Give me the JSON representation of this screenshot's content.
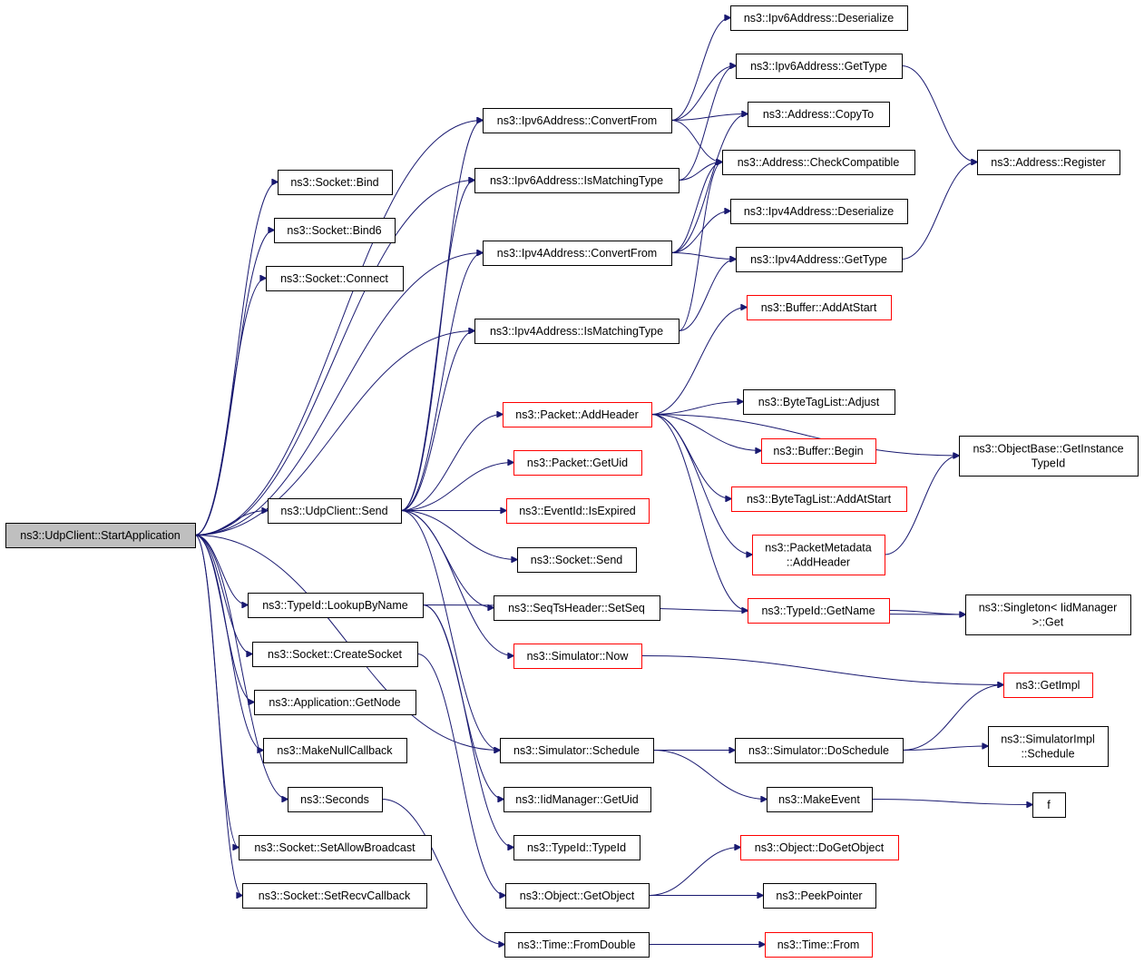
{
  "nodes": {
    "start_application": {
      "label": [
        "ns3::UdpClient::StartApplication"
      ],
      "style": "root"
    },
    "socket_bind": {
      "label": [
        "ns3::Socket::Bind"
      ],
      "style": "black"
    },
    "socket_bind6": {
      "label": [
        "ns3::Socket::Bind6"
      ],
      "style": "black"
    },
    "socket_connect": {
      "label": [
        "ns3::Socket::Connect"
      ],
      "style": "black"
    },
    "udp_send": {
      "label": [
        "ns3::UdpClient::Send"
      ],
      "style": "black"
    },
    "typeid_lookup": {
      "label": [
        "ns3::TypeId::LookupByName"
      ],
      "style": "black"
    },
    "socket_create": {
      "label": [
        "ns3::Socket::CreateSocket"
      ],
      "style": "black"
    },
    "app_getnode": {
      "label": [
        "ns3::Application::GetNode"
      ],
      "style": "black"
    },
    "make_null_callback": {
      "label": [
        "ns3::MakeNullCallback"
      ],
      "style": "black"
    },
    "seconds": {
      "label": [
        "ns3::Seconds"
      ],
      "style": "black"
    },
    "set_allow_broadcast": {
      "label": [
        "ns3::Socket::SetAllowBroadcast"
      ],
      "style": "black"
    },
    "set_recv_callback": {
      "label": [
        "ns3::Socket::SetRecvCallback"
      ],
      "style": "black"
    },
    "ipv6_convert": {
      "label": [
        "ns3::Ipv6Address::ConvertFrom"
      ],
      "style": "black"
    },
    "ipv6_matching": {
      "label": [
        "ns3::Ipv6Address::IsMatchingType"
      ],
      "style": "black"
    },
    "ipv4_convert": {
      "label": [
        "ns3::Ipv4Address::ConvertFrom"
      ],
      "style": "black"
    },
    "ipv4_matching": {
      "label": [
        "ns3::Ipv4Address::IsMatchingType"
      ],
      "style": "black"
    },
    "packet_addheader": {
      "label": [
        "ns3::Packet::AddHeader"
      ],
      "style": "red"
    },
    "packet_getuid": {
      "label": [
        "ns3::Packet::GetUid"
      ],
      "style": "red"
    },
    "eventid_expired": {
      "label": [
        "ns3::EventId::IsExpired"
      ],
      "style": "red"
    },
    "socket_send": {
      "label": [
        "ns3::Socket::Send"
      ],
      "style": "black"
    },
    "seqts_setseq": {
      "label": [
        "ns3::SeqTsHeader::SetSeq"
      ],
      "style": "black"
    },
    "simulator_now": {
      "label": [
        "ns3::Simulator::Now"
      ],
      "style": "red"
    },
    "simulator_schedule": {
      "label": [
        "ns3::Simulator::Schedule"
      ],
      "style": "black"
    },
    "iidmanager_getuid": {
      "label": [
        "ns3::IidManager::GetUid"
      ],
      "style": "black"
    },
    "typeid_typeid": {
      "label": [
        "ns3::TypeId::TypeId"
      ],
      "style": "black"
    },
    "object_getobject": {
      "label": [
        "ns3::Object::GetObject"
      ],
      "style": "black"
    },
    "time_fromdouble": {
      "label": [
        "ns3::Time::FromDouble"
      ],
      "style": "black"
    },
    "ipv6_deserialize": {
      "label": [
        "ns3::Ipv6Address::Deserialize"
      ],
      "style": "black"
    },
    "ipv6_gettype": {
      "label": [
        "ns3::Ipv6Address::GetType"
      ],
      "style": "black"
    },
    "address_copyto": {
      "label": [
        "ns3::Address::CopyTo"
      ],
      "style": "black"
    },
    "address_checkcompat": {
      "label": [
        "ns3::Address::CheckCompatible"
      ],
      "style": "black"
    },
    "ipv4_deserialize": {
      "label": [
        "ns3::Ipv4Address::Deserialize"
      ],
      "style": "black"
    },
    "ipv4_gettype": {
      "label": [
        "ns3::Ipv4Address::GetType"
      ],
      "style": "black"
    },
    "buffer_addatstart": {
      "label": [
        "ns3::Buffer::AddAtStart"
      ],
      "style": "red"
    },
    "bytetag_adjust": {
      "label": [
        "ns3::ByteTagList::Adjust"
      ],
      "style": "black"
    },
    "buffer_begin": {
      "label": [
        "ns3::Buffer::Begin"
      ],
      "style": "red"
    },
    "bytetag_addatstart": {
      "label": [
        "ns3::ByteTagList::AddAtStart"
      ],
      "style": "red"
    },
    "packetmeta_addheader": {
      "label": [
        "ns3::PacketMetadata",
        "::AddHeader"
      ],
      "style": "red"
    },
    "typeid_getname": {
      "label": [
        "ns3::TypeId::GetName"
      ],
      "style": "red"
    },
    "simulator_doschedule": {
      "label": [
        "ns3::Simulator::DoSchedule"
      ],
      "style": "black"
    },
    "makeevent": {
      "label": [
        "ns3::MakeEvent"
      ],
      "style": "black"
    },
    "object_dogetobject": {
      "label": [
        "ns3::Object::DoGetObject"
      ],
      "style": "red"
    },
    "peekpointer": {
      "label": [
        "ns3::PeekPointer"
      ],
      "style": "black"
    },
    "time_from": {
      "label": [
        "ns3::Time::From"
      ],
      "style": "red"
    },
    "address_register": {
      "label": [
        "ns3::Address::Register"
      ],
      "style": "black"
    },
    "objectbase_getinstance": {
      "label": [
        "ns3::ObjectBase::GetInstance",
        "TypeId"
      ],
      "style": "black"
    },
    "singleton_get": {
      "label": [
        "ns3::Singleton< IidManager",
        ">::Get"
      ],
      "style": "black"
    },
    "getimpl": {
      "label": [
        "ns3::GetImpl"
      ],
      "style": "red"
    },
    "simulatorimpl_schedule": {
      "label": [
        "ns3::SimulatorImpl",
        "::Schedule"
      ],
      "style": "black"
    },
    "f": {
      "label": [
        "f"
      ],
      "style": "black"
    }
  },
  "edges": [
    [
      "start_application",
      "socket_bind"
    ],
    [
      "start_application",
      "socket_bind6"
    ],
    [
      "start_application",
      "socket_connect"
    ],
    [
      "start_application",
      "ipv6_convert"
    ],
    [
      "start_application",
      "ipv6_matching"
    ],
    [
      "start_application",
      "ipv4_convert"
    ],
    [
      "start_application",
      "ipv4_matching"
    ],
    [
      "start_application",
      "udp_send"
    ],
    [
      "start_application",
      "simulator_schedule"
    ],
    [
      "start_application",
      "typeid_lookup"
    ],
    [
      "start_application",
      "socket_create"
    ],
    [
      "start_application",
      "app_getnode"
    ],
    [
      "start_application",
      "make_null_callback"
    ],
    [
      "start_application",
      "seconds"
    ],
    [
      "start_application",
      "set_allow_broadcast"
    ],
    [
      "start_application",
      "set_recv_callback"
    ],
    [
      "udp_send",
      "ipv6_convert"
    ],
    [
      "udp_send",
      "ipv6_matching"
    ],
    [
      "udp_send",
      "ipv4_convert"
    ],
    [
      "udp_send",
      "ipv4_matching"
    ],
    [
      "udp_send",
      "packet_addheader"
    ],
    [
      "udp_send",
      "packet_getuid"
    ],
    [
      "udp_send",
      "eventid_expired"
    ],
    [
      "udp_send",
      "socket_send"
    ],
    [
      "udp_send",
      "seqts_setseq"
    ],
    [
      "udp_send",
      "simulator_now"
    ],
    [
      "udp_send",
      "simulator_schedule"
    ],
    [
      "typeid_lookup",
      "singleton_get"
    ],
    [
      "typeid_lookup",
      "iidmanager_getuid"
    ],
    [
      "typeid_lookup",
      "typeid_typeid"
    ],
    [
      "socket_create",
      "object_getobject"
    ],
    [
      "seconds",
      "time_fromdouble"
    ],
    [
      "ipv6_convert",
      "ipv6_deserialize"
    ],
    [
      "ipv6_convert",
      "ipv6_gettype"
    ],
    [
      "ipv6_convert",
      "address_copyto"
    ],
    [
      "ipv6_convert",
      "address_checkcompat"
    ],
    [
      "ipv6_matching",
      "ipv6_gettype"
    ],
    [
      "ipv6_matching",
      "address_checkcompat"
    ],
    [
      "ipv4_convert",
      "ipv4_deserialize"
    ],
    [
      "ipv4_convert",
      "ipv4_gettype"
    ],
    [
      "ipv4_convert",
      "address_copyto"
    ],
    [
      "ipv4_convert",
      "address_checkcompat"
    ],
    [
      "ipv4_matching",
      "ipv4_gettype"
    ],
    [
      "ipv4_matching",
      "address_checkcompat"
    ],
    [
      "packet_addheader",
      "buffer_addatstart"
    ],
    [
      "packet_addheader",
      "objectbase_getinstance"
    ],
    [
      "packet_addheader",
      "bytetag_adjust"
    ],
    [
      "packet_addheader",
      "buffer_begin"
    ],
    [
      "packet_addheader",
      "bytetag_addatstart"
    ],
    [
      "packet_addheader",
      "packetmeta_addheader"
    ],
    [
      "packet_addheader",
      "typeid_getname"
    ],
    [
      "simulator_now",
      "getimpl"
    ],
    [
      "simulator_schedule",
      "simulator_doschedule"
    ],
    [
      "simulator_schedule",
      "makeevent"
    ],
    [
      "object_getobject",
      "object_dogetobject"
    ],
    [
      "object_getobject",
      "peekpointer"
    ],
    [
      "time_fromdouble",
      "time_from"
    ],
    [
      "ipv6_gettype",
      "address_register"
    ],
    [
      "ipv4_gettype",
      "address_register"
    ],
    [
      "packetmeta_addheader",
      "objectbase_getinstance"
    ],
    [
      "typeid_getname",
      "singleton_get"
    ],
    [
      "simulator_doschedule",
      "getimpl"
    ],
    [
      "simulator_doschedule",
      "simulatorimpl_schedule"
    ],
    [
      "makeevent",
      "f"
    ]
  ]
}
